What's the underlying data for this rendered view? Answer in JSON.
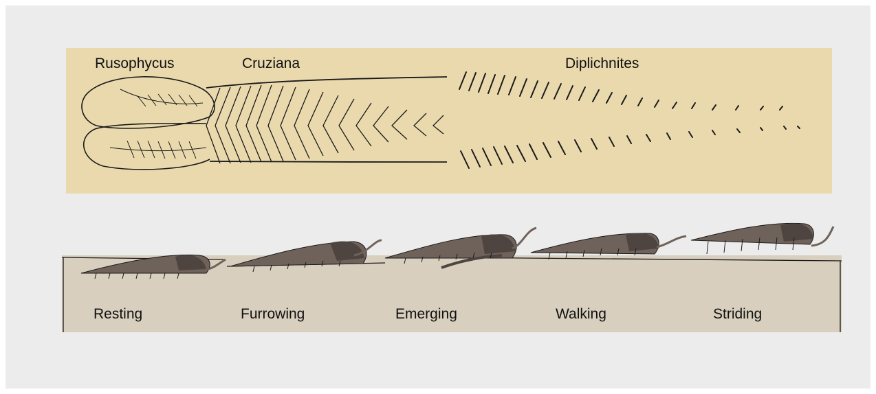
{
  "trace_labels": {
    "rusophycus": "Rusophycus",
    "cruziana": "Cruziana",
    "diplichnites": "Diplichnites"
  },
  "behavior_labels": {
    "resting": "Resting",
    "furrowing": "Furrowing",
    "emerging": "Emerging",
    "walking": "Walking",
    "striding": "Striding"
  },
  "colors": {
    "background": "#ececec",
    "sediment_top": "#e9d9ad",
    "sediment_bottom": "#d8cfbe",
    "trilobite_body": "#6f625a",
    "trilobite_shade": "#4f4540",
    "ink": "#111111"
  }
}
